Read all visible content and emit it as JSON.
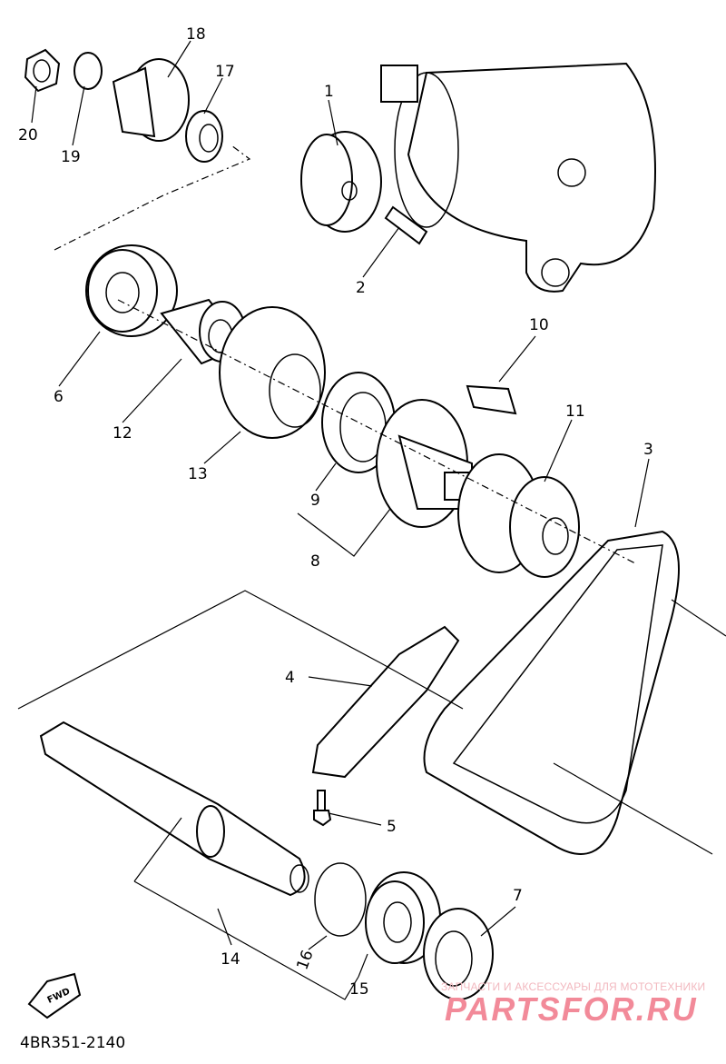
{
  "diagram": {
    "part_code": "4BR351-2140",
    "fwd_label": "FWD",
    "callouts": [
      "1",
      "2",
      "3",
      "4",
      "5",
      "6",
      "7",
      "8",
      "9",
      "10",
      "11",
      "12",
      "13",
      "14",
      "15",
      "16",
      "17",
      "18",
      "19",
      "20"
    ]
  },
  "watermark": {
    "tagline": "ЗАПЧАСТИ И АКСЕССУАРЫ ДЛЯ МОТОТЕХНИКИ",
    "brand": "PARTSFOR.RU"
  }
}
